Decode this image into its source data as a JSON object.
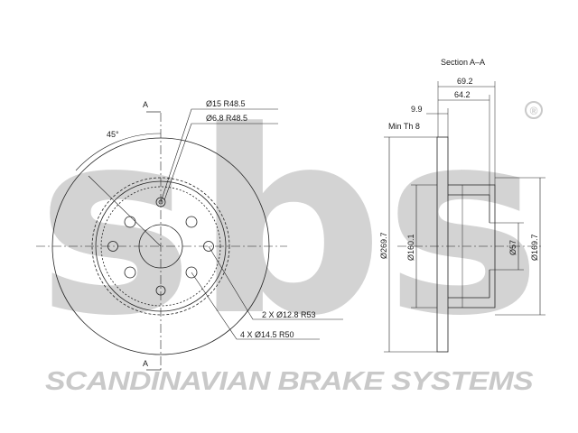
{
  "drawing": {
    "front_view": {
      "section_mark_top": "A",
      "section_mark_bottom": "A",
      "angle_label": "45°",
      "hole_callout_1": "Ø15 R48.5",
      "hole_callout_2": "Ø6.8 R48.5",
      "stud_callout_1": "2 X Ø12.8 R53",
      "stud_callout_2": "4 X Ø14.5 R50"
    },
    "section_view": {
      "title": "Section A–A",
      "dim_overall_height": "69.2",
      "dim_hat_height": "64.2",
      "dim_disc_thickness": "9.9",
      "min_thickness": "Min Th 8",
      "dia_outer": "Ø269.7",
      "dia_hat_outer": "Ø160.1",
      "dia_center_bore": "Ø57",
      "dia_hat_inner": "Ø169.7"
    }
  },
  "branding": {
    "logo": "sbs",
    "registered_mark": "®",
    "company_name": "SCANDINAVIAN BRAKE SYSTEMS",
    "logo_color": "#d3d3d3",
    "company_name_color": "#c9c9c9"
  }
}
